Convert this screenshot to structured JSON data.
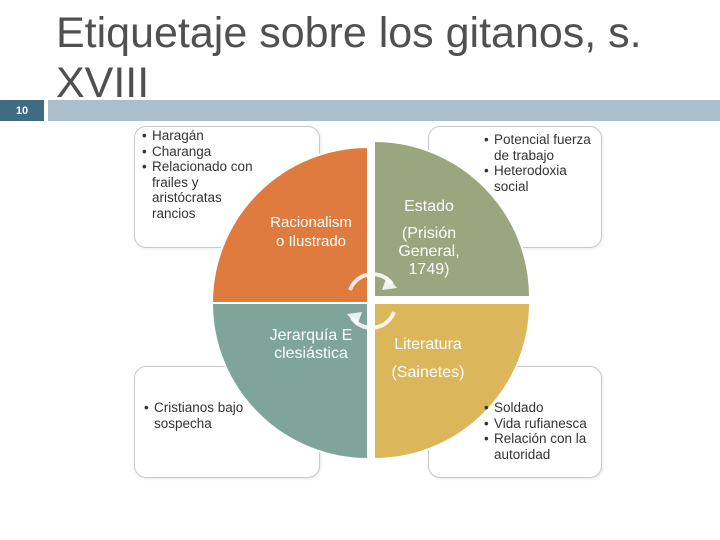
{
  "slide": {
    "title": "Etiquetaje sobre los gitanos, s. XVIII",
    "number": "10"
  },
  "colors": {
    "accent_bar": "#a9c0cc",
    "number_box": "#3f6b83",
    "quadrant_top_left": "#e07b3f",
    "quadrant_top_right": "#9aa67d",
    "quadrant_bottom_left": "#7fa59b",
    "quadrant_bottom_right": "#dcb65a"
  },
  "quadrants": {
    "top_left": "Racionalismo Ilustrado",
    "top_right": {
      "line1": "Estado",
      "line2": "(Prisión General, 1749)"
    },
    "bottom_left": "Jerarquía Eclesiástica",
    "bottom_right": {
      "line1": "Literatura",
      "line2": "(Sainetes)"
    }
  },
  "boxes": {
    "top_left": [
      "Haragán",
      "Charanga",
      "Relacionado con frailes y aristócratas rancios"
    ],
    "top_right": [
      "Potencial fuerza de trabajo",
      "Heterodoxia social"
    ],
    "bottom_left": [
      "Cristianos bajo sospecha"
    ],
    "bottom_right": [
      "Soldado",
      "Vida rufianesca",
      "Relación con la autoridad"
    ]
  }
}
